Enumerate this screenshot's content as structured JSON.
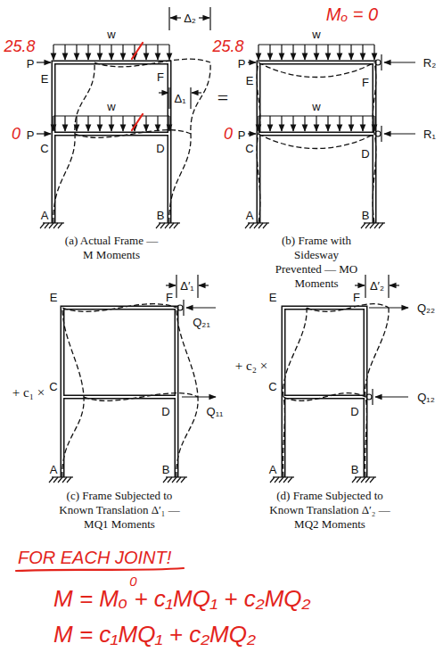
{
  "diagram": {
    "labels": [
      "Mₒ = 0",
      "25.8",
      "P",
      "E",
      "F",
      "w",
      "Δ₂",
      "0",
      "P",
      "C",
      "w",
      "D",
      "Δ₁",
      "A",
      "B",
      "(a) Actual Frame — M Moments",
      "=",
      "25.8",
      "P",
      "E",
      "w",
      "F",
      "R₂",
      "0",
      "P",
      "C",
      "w",
      "D",
      "R₁",
      "A",
      "B",
      "(b) Frame with Sidesway Prevented — MO Moments",
      "+ c₁ ×",
      "E",
      "F",
      "Δ′₁",
      "Q₂₁",
      "C",
      "D",
      "Q₁₁",
      "A",
      "B",
      "(c) Frame Subjected to Known Translation Δ′₁ — MQ1 Moments",
      "+ c₂ ×",
      "E",
      "F",
      "Δ′₂",
      "Q₂₂",
      "C",
      "D",
      "Q₁₂",
      "A",
      "B",
      "(d) Frame Subjected to Known Translation Δ′₂ — MQ2 Moments",
      "FOR EACH JOINT!",
      "M = Mₒ + c₁MQ₁ + c₂MQ₂",
      "0",
      "M = c₁MQ₁ + c₂MQ₂"
    ]
  }
}
